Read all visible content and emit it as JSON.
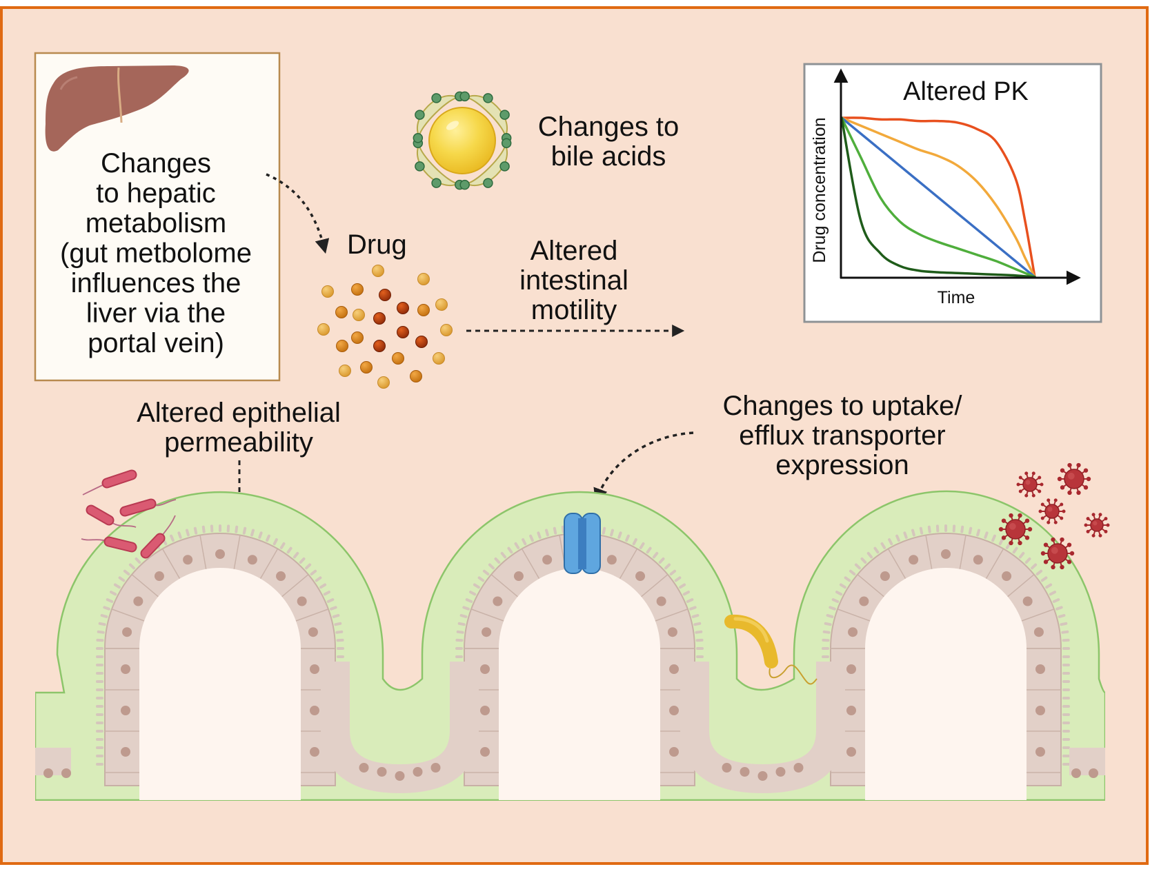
{
  "figure": {
    "frame_color": "#E06A12",
    "background_color": "#F9E0D0"
  },
  "liver_panel": {
    "icon": "liver-icon",
    "lines": [
      "Changes",
      "to hepatic",
      "metabolism",
      "(gut metbolome",
      "influences the",
      "liver via the",
      "portal vein)"
    ]
  },
  "bile_acids": {
    "icon": "bile-acid-micelle-icon",
    "lines": [
      "Changes to",
      "bile acids"
    ]
  },
  "drug": {
    "label": "Drug",
    "icon": "drug-particles-icon",
    "particle_colors": {
      "light": "#E3A53C",
      "medium": "#D8861A",
      "dark": "#B8400F"
    }
  },
  "motility": {
    "lines": [
      "Altered",
      "intestinal",
      "motility"
    ]
  },
  "permeability": {
    "lines": [
      "Altered epithelial",
      "permeability"
    ]
  },
  "transporter": {
    "lines": [
      "Changes to uptake/",
      "efflux transporter",
      "expression"
    ],
    "icon": "transporter-protein-icon"
  },
  "intestine": {
    "icon": "intestinal-villi-icon",
    "microbes": [
      "rod-bacteria-icon",
      "curved-bacterium-icon",
      "virus-icon"
    ]
  },
  "chart_data": {
    "type": "line",
    "title": "Altered PK",
    "xlabel": "Time",
    "ylabel": "Drug concentration",
    "xlim": [
      0,
      1
    ],
    "ylim": [
      0,
      1
    ],
    "grid": false,
    "legend": "none",
    "x": [
      0,
      0.1,
      0.2,
      0.3,
      0.4,
      0.5,
      0.6,
      0.7,
      0.8,
      0.9,
      0.95,
      1.0
    ],
    "series": [
      {
        "name": "red",
        "color": "#E8501E",
        "values": [
          1.0,
          1.0,
          0.99,
          0.99,
          0.98,
          0.98,
          0.97,
          0.93,
          0.85,
          0.62,
          0.35,
          0.0
        ]
      },
      {
        "name": "orange",
        "color": "#F2A93B",
        "values": [
          1.0,
          0.95,
          0.9,
          0.85,
          0.8,
          0.76,
          0.7,
          0.6,
          0.45,
          0.25,
          0.12,
          0.0
        ]
      },
      {
        "name": "blue",
        "color": "#3A6FC4",
        "values": [
          1.0,
          0.9,
          0.8,
          0.7,
          0.6,
          0.5,
          0.4,
          0.3,
          0.2,
          0.1,
          0.05,
          0.0
        ]
      },
      {
        "name": "green",
        "color": "#4FAE3C",
        "values": [
          1.0,
          0.75,
          0.5,
          0.35,
          0.27,
          0.22,
          0.18,
          0.14,
          0.1,
          0.05,
          0.025,
          0.0
        ]
      },
      {
        "name": "dark-green",
        "color": "#1F5C1A",
        "values": [
          1.0,
          0.35,
          0.15,
          0.07,
          0.04,
          0.03,
          0.025,
          0.02,
          0.015,
          0.01,
          0.005,
          0.0
        ]
      }
    ]
  }
}
